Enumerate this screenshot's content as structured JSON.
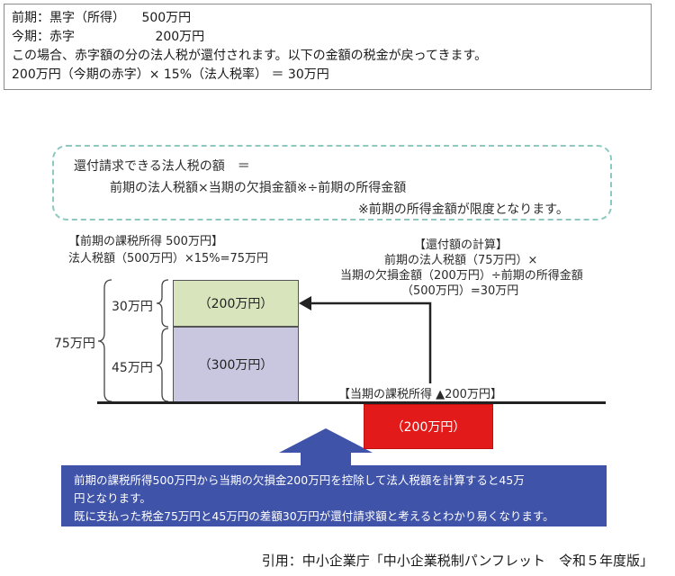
{
  "info": {
    "line1_label": "前期：黒字（所得）",
    "line1_amount": "500万円",
    "line2_label": "今期：赤字",
    "line2_amount": "200万円",
    "line3": "この場合、赤字額の分の法人税が還付されます。以下の金額の税金が戻ってきます。",
    "line4": "200万円（今期の赤字）× 15%（法人税率） ＝ 30万円"
  },
  "formula": {
    "line1": "還付請求できる法人税の額　＝",
    "line2": "前期の法人税額×当期の欠損金額※÷前期の所得金額",
    "line3": "※前期の所得金額が限度となります。"
  },
  "left_label": {
    "line1": "【前期の課税所得 500万円】",
    "line2": "法人税額（500万円）×15%=75万円"
  },
  "calc_label": {
    "line1": "【還付額の計算】",
    "line2": "前期の法人税額（75万円）×",
    "line3": "当期の欠損金額（200万円）÷前期の所得金額",
    "line4": "（500万円）=30万円"
  },
  "current_label": "【当期の課税所得 ▲200万円】",
  "blocks": {
    "green": "（200万円）",
    "purple": "（300万円）",
    "red": "（200万円）"
  },
  "brace_labels": {
    "top": "30万円",
    "middle": "45万円",
    "total": "75万円"
  },
  "bottom": {
    "line1": "前期の課税所得500万円から当期の欠損金200万円を控除して法人税額を計算すると45万",
    "line2": "円となります。",
    "line3": "既に支払った税金75万円と45万円の差額30万円が還付請求額と考えるとわかり易くなります。"
  },
  "citation": "引用：中小企業庁「中小企業税制パンフレット　令和５年度版」",
  "colors": {
    "green_block": "#d7e4bc",
    "purple_block": "#c9c6e0",
    "red_block": "#e21a1a",
    "blue_box": "#3f53a8",
    "dashed_border": "#8ec9c1"
  }
}
